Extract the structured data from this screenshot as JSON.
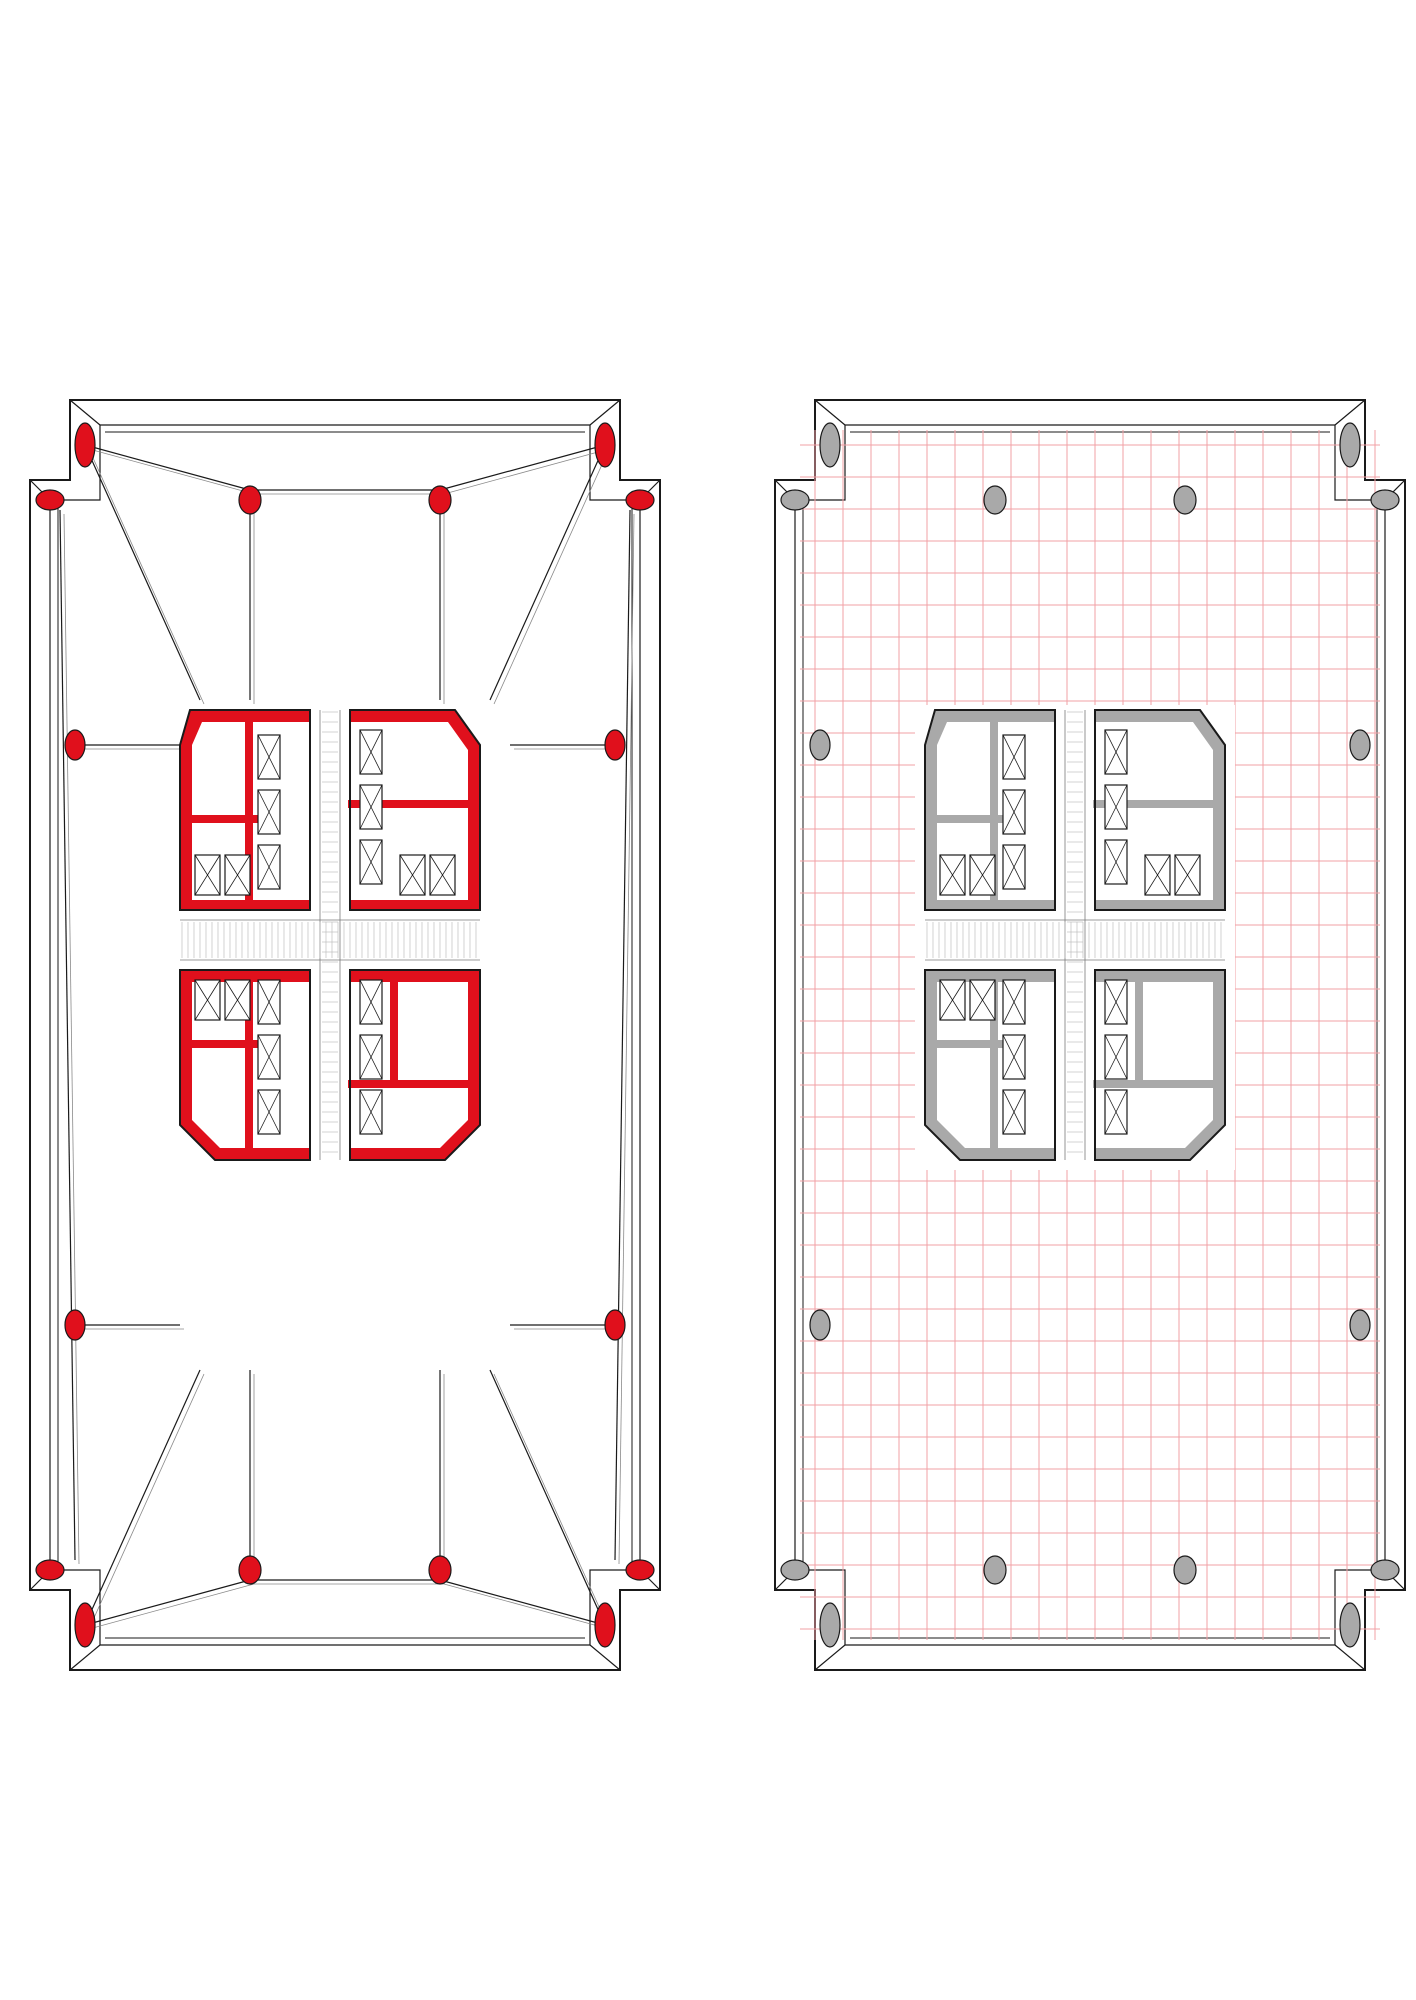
{
  "colors": {
    "structure_red": "#e0101c",
    "structure_gray": "#a9a9a9",
    "grid_pink": "#f2a0a6",
    "outline": "#1a1a1a",
    "fill_white": "#ffffff"
  },
  "plans": [
    {
      "name": "structural-system-plan",
      "style": "structure-highlighted"
    },
    {
      "name": "floor-grid-plan",
      "style": "grid-overlay"
    }
  ]
}
